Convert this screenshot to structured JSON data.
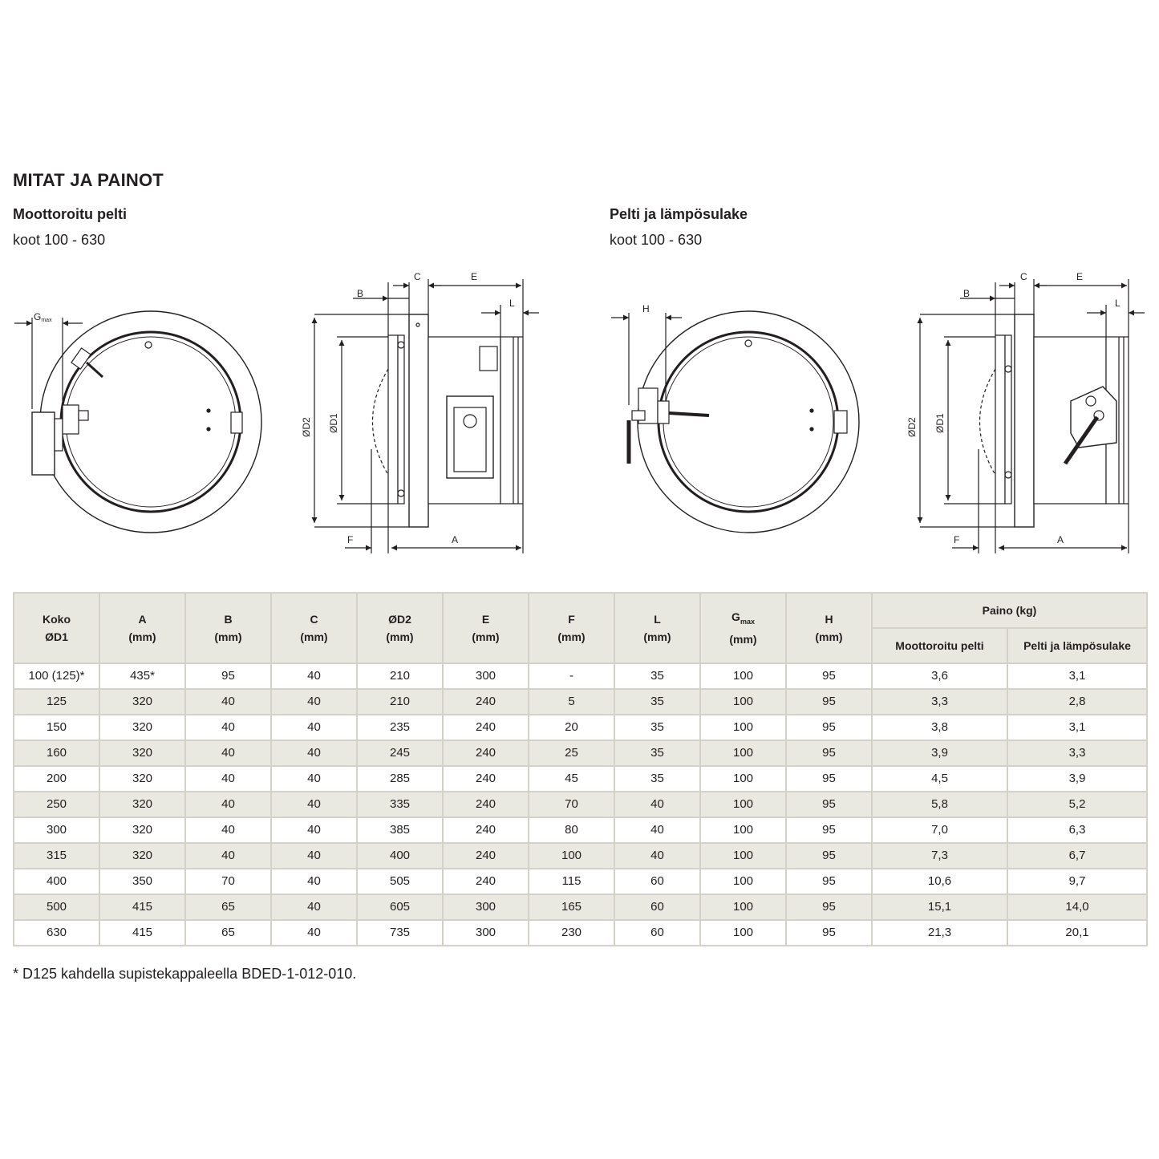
{
  "heading": "MITAT JA PAINOT",
  "left": {
    "subtitle": "Moottoroitu pelti",
    "sizes": "koot 100 - 630"
  },
  "right": {
    "subtitle": "Pelti ja lämpösulake",
    "sizes": "koot 100 - 630"
  },
  "dimension_labels": {
    "gmax": "G",
    "gmax_sub": "max",
    "b": "B",
    "c": "C",
    "e": "E",
    "l": "L",
    "f": "F",
    "a": "A",
    "h": "H",
    "d2": "ØD2",
    "d1": "ØD1"
  },
  "table": {
    "headers": [
      {
        "line1": "Koko",
        "line2": "ØD1"
      },
      {
        "line1": "A",
        "line2": "(mm)"
      },
      {
        "line1": "B",
        "line2": "(mm)"
      },
      {
        "line1": "C",
        "line2": "(mm)"
      },
      {
        "line1": "ØD2",
        "line2": "(mm)"
      },
      {
        "line1": "E",
        "line2": "(mm)"
      },
      {
        "line1": "F",
        "line2": "(mm)"
      },
      {
        "line1": "L",
        "line2": "(mm)"
      },
      {
        "line1": "G",
        "sub": "max",
        "line2": "(mm)"
      },
      {
        "line1": "H",
        "line2": "(mm)"
      }
    ],
    "weight_group": "Paino (kg)",
    "weight_cols": [
      "Moottoroitu pelti",
      "Pelti ja lämpösulake"
    ],
    "rows": [
      [
        "100 (125)*",
        "435*",
        "95",
        "40",
        "210",
        "300",
        "-",
        "35",
        "100",
        "95",
        "3,6",
        "3,1"
      ],
      [
        "125",
        "320",
        "40",
        "40",
        "210",
        "240",
        "5",
        "35",
        "100",
        "95",
        "3,3",
        "2,8"
      ],
      [
        "150",
        "320",
        "40",
        "40",
        "235",
        "240",
        "20",
        "35",
        "100",
        "95",
        "3,8",
        "3,1"
      ],
      [
        "160",
        "320",
        "40",
        "40",
        "245",
        "240",
        "25",
        "35",
        "100",
        "95",
        "3,9",
        "3,3"
      ],
      [
        "200",
        "320",
        "40",
        "40",
        "285",
        "240",
        "45",
        "35",
        "100",
        "95",
        "4,5",
        "3,9"
      ],
      [
        "250",
        "320",
        "40",
        "40",
        "335",
        "240",
        "70",
        "40",
        "100",
        "95",
        "5,8",
        "5,2"
      ],
      [
        "300",
        "320",
        "40",
        "40",
        "385",
        "240",
        "80",
        "40",
        "100",
        "95",
        "7,0",
        "6,3"
      ],
      [
        "315",
        "320",
        "40",
        "40",
        "400",
        "240",
        "100",
        "40",
        "100",
        "95",
        "7,3",
        "6,7"
      ],
      [
        "400",
        "350",
        "70",
        "40",
        "505",
        "240",
        "115",
        "60",
        "100",
        "95",
        "10,6",
        "9,7"
      ],
      [
        "500",
        "415",
        "65",
        "40",
        "605",
        "300",
        "165",
        "60",
        "100",
        "95",
        "15,1",
        "14,0"
      ],
      [
        "630",
        "415",
        "65",
        "40",
        "735",
        "300",
        "230",
        "60",
        "100",
        "95",
        "21,3",
        "20,1"
      ]
    ]
  },
  "footnote": "* D125 kahdella supistekappaleella BDED-1-012-010."
}
